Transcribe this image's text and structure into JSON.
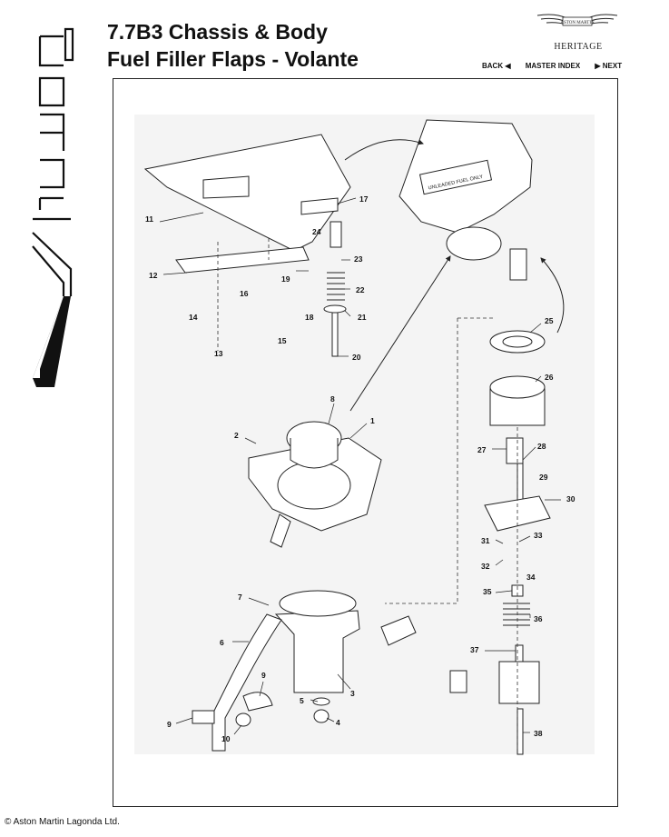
{
  "header": {
    "title_line1": "7.7B3 Chassis & Body",
    "title_line2": "Fuel Filler Flaps - Volante",
    "brand_name": "ASTON MARTIN",
    "heritage": "HERITAGE"
  },
  "nav": {
    "back_label": "BACK ◀",
    "master_index_label": "MASTER INDEX",
    "next_label": "▶ NEXT"
  },
  "side_logo_text": "Virage",
  "diagram": {
    "label_text": "UNLEADED FUEL ONLY",
    "callouts": [
      "1",
      "2",
      "3",
      "4",
      "5",
      "6",
      "7",
      "8",
      "9",
      "9",
      "10",
      "11",
      "12",
      "13",
      "14",
      "15",
      "16",
      "17",
      "18",
      "19",
      "20",
      "21",
      "22",
      "23",
      "24",
      "25",
      "26",
      "27",
      "28",
      "29",
      "30",
      "31",
      "32",
      "33",
      "34",
      "35",
      "36",
      "37",
      "38"
    ]
  },
  "footer": {
    "copyright": "© Aston Martin Lagonda Ltd."
  },
  "colors": {
    "ink": "#111111",
    "diagram_background": "#f4f4f4"
  }
}
